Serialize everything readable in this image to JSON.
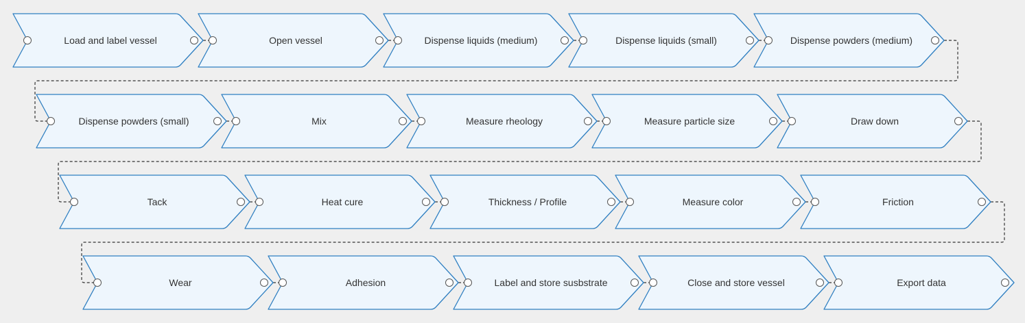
{
  "workflow": {
    "steps": [
      {
        "label": "Load and label vessel"
      },
      {
        "label": "Open vessel"
      },
      {
        "label": "Dispense liquids (medium)"
      },
      {
        "label": "Dispense liquids (small)"
      },
      {
        "label": "Dispense powders (medium)"
      },
      {
        "label": "Dispense powders (small)"
      },
      {
        "label": "Mix"
      },
      {
        "label": "Measure rheology"
      },
      {
        "label": "Measure particle size"
      },
      {
        "label": "Draw down"
      },
      {
        "label": "Tack"
      },
      {
        "label": "Heat cure"
      },
      {
        "label": "Thickness / Profile"
      },
      {
        "label": "Measure color"
      },
      {
        "label": "Friction"
      },
      {
        "label": "Wear"
      },
      {
        "label": "Adhesion"
      },
      {
        "label": "Label and store susbstrate"
      },
      {
        "label": "Close and store vessel"
      },
      {
        "label": "Export data"
      }
    ],
    "colors": {
      "node_fill": "#eef6fd",
      "node_stroke": "#2f7fc1",
      "connector": "#333333",
      "background": "#efefef"
    }
  }
}
